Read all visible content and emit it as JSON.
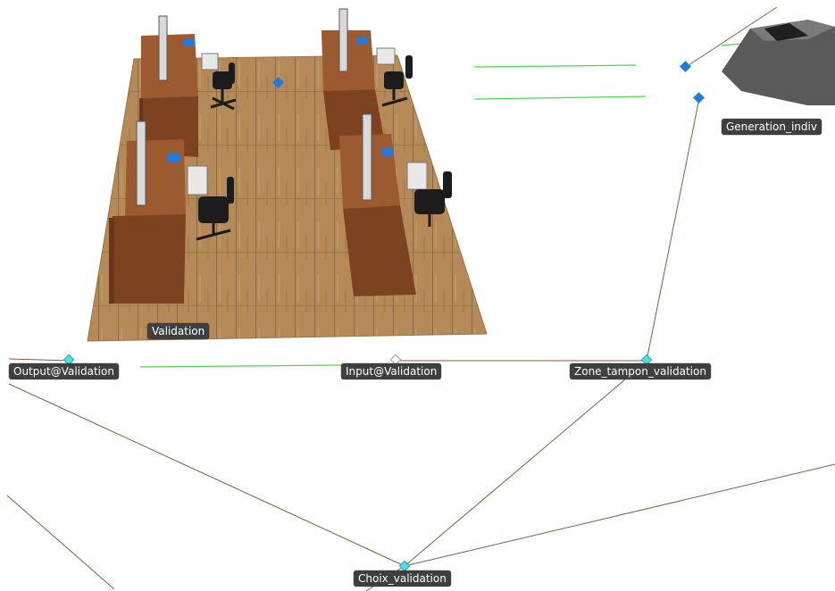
{
  "labels": {
    "validation": "Validation",
    "output_validation": "Output@Validation",
    "input_validation": "Input@Validation",
    "zone_tampon_validation": "Zone_tampon_validation",
    "generation_indiv": "Generation_indiv",
    "choix_validation": "Choix_validation"
  },
  "colors": {
    "connector_line": "#8a5a3c",
    "flow_line": "#4bd84b",
    "node_cyan": "#47e0e8",
    "node_blue": "#1e7be0",
    "floor": "#b88d5c",
    "desk": "#8b4a24",
    "label_bg": "#3f3f3f"
  }
}
